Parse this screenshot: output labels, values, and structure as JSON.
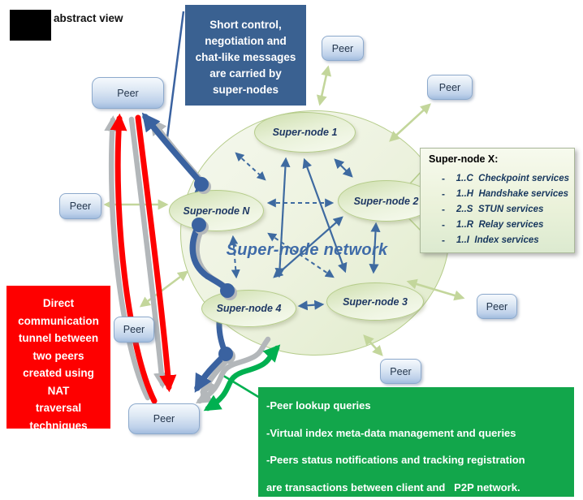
{
  "title": {
    "label": "abstract view"
  },
  "network": {
    "label": "Super-node network"
  },
  "supernodes": [
    {
      "label": "Super-node 1"
    },
    {
      "label": "Super-node 2"
    },
    {
      "label": "Super-node 3"
    },
    {
      "label": "Super-node 4"
    },
    {
      "label": "Super-node N"
    }
  ],
  "peers": [
    {
      "label": "Peer"
    },
    {
      "label": "Peer"
    },
    {
      "label": "Peer"
    },
    {
      "label": "Peer"
    },
    {
      "label": "Peer"
    },
    {
      "label": "Peer"
    },
    {
      "label": "Peer"
    },
    {
      "label": "Peer"
    }
  ],
  "legend": {
    "title": "Super-node X:",
    "bullet": "-",
    "items": [
      {
        "text": "1..C  Checkpoint services"
      },
      {
        "text": "1..H  Handshake services"
      },
      {
        "text": "2..S  STUN services"
      },
      {
        "text": "1..R  Relay services"
      },
      {
        "text": "1..I  Index services"
      }
    ]
  },
  "callouts": {
    "control": {
      "lines": [
        "Short control,",
        "negotiation and",
        "chat-like messages",
        "are carried by",
        "super-nodes"
      ]
    },
    "nat": {
      "lines": [
        "Direct",
        "communication",
        "tunnel between",
        "two peers",
        "created using",
        "NAT",
        "traversal",
        "techniques"
      ]
    },
    "transactions": {
      "lines": [
        "-Peer lookup queries",
        "-Virtual index meta-data management and queries",
        "-Peers status notifications and tracking registration",
        "are transactions between client and   P2P network."
      ]
    }
  },
  "colors": {
    "box-blue": "#3a6191",
    "tunnel-red": "#fe0000",
    "transaction-green": "#12a64b",
    "route-blue": "#3a62a0",
    "route-green": "#00b050",
    "route-gray": "#b3b7ba",
    "mesh-blue": "#3e6aa0",
    "light-green-arrow": "#c3d69b",
    "node-border": "#b5cc8a",
    "peer-border": "#8ca9cc",
    "label-navy": "#1f3864",
    "network-label": "#3f6ba8",
    "legend-text": "#17375e"
  }
}
